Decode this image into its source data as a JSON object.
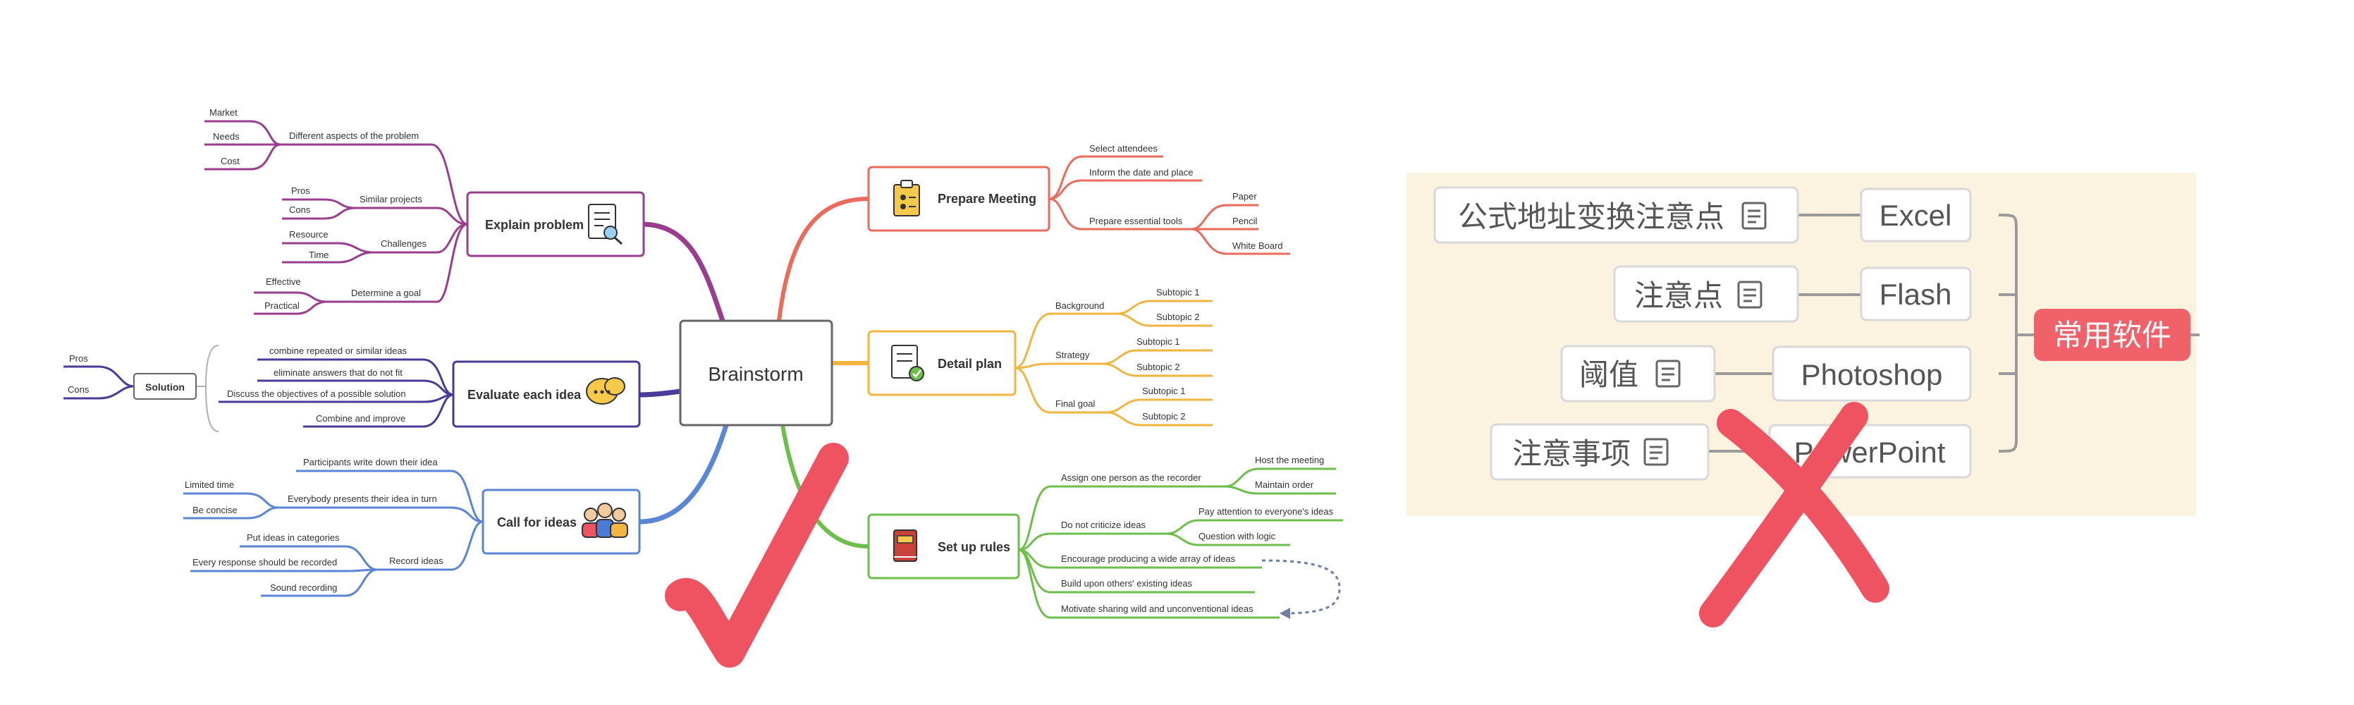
{
  "good_map": {
    "center": "Brainstorm",
    "branches": {
      "explain": {
        "label": "Explain problem",
        "aspects": "Different aspects of the problem",
        "aspect_items": [
          "Market",
          "Needs",
          "Cost"
        ],
        "similar": "Similar projects",
        "similar_items": [
          "Pros",
          "Cons"
        ],
        "challenges": "Challenges",
        "challenge_items": [
          "Resource",
          "Time"
        ],
        "goal": "Determine a goal",
        "goal_items": [
          "Effective",
          "Practical"
        ]
      },
      "evaluate": {
        "label": "Evaluate each idea",
        "items": [
          "combine repeated or similar ideas",
          "eliminate answers that do not fit",
          "Discuss the objectives of a possible solution",
          "Combine and improve"
        ],
        "solution": "Solution",
        "solution_items": [
          "Pros",
          "Cons"
        ]
      },
      "call": {
        "label": "Call for ideas",
        "participants": "Participants write down their idea",
        "presents": "Everybody presents their idea in turn",
        "presents_items": [
          "Limited time",
          "Be concise"
        ],
        "record": "Record ideas",
        "record_items": [
          "Put ideas in categories",
          "Every response should be recorded",
          "Sound recording"
        ]
      },
      "prepare": {
        "label": "Prepare Meeting",
        "items": [
          "Select attendees",
          "Inform the date and place",
          "Prepare essential tools"
        ],
        "tools": [
          "Paper",
          "Pencil",
          "White Board"
        ]
      },
      "detail": {
        "label": "Detail plan",
        "groups": [
          "Background",
          "Strategy",
          "Final goal"
        ],
        "sub": [
          [
            "Subtopic 1",
            "Subtopic 2"
          ],
          [
            "Subtopic 1",
            "Subtopic 2"
          ],
          [
            "Subtopic 1",
            "Subtopic 2"
          ]
        ]
      },
      "rules": {
        "label": "Set up rules",
        "recorder": "Assign one person as the recorder",
        "recorder_items": [
          "Host the meeting",
          "Maintain order"
        ],
        "criticize": "Do not criticize ideas",
        "criticize_items": [
          "Pay attention to everyone's ideas",
          "Question with logic"
        ],
        "others": [
          "Encourage producing a wide array of ideas",
          "Build upon others' existing ideas",
          "Motivate sharing wild and unconventional ideas"
        ]
      }
    }
  },
  "bad_map": {
    "root": "常用软件",
    "apps": [
      "Excel",
      "Flash",
      "Photoshop",
      "PowerPoint"
    ],
    "notes": [
      "公式地址变换注意点",
      "注意点",
      "阈值",
      "注意事项"
    ]
  },
  "colors": {
    "explain": "#9b3d8f",
    "evaluate": "#4a3a9a",
    "call": "#5a86d6",
    "prepare": "#ec6a5a",
    "detail": "#f2b640",
    "rules": "#6dbf4b",
    "check": "#ef5260",
    "cross": "#ef5260",
    "bad_root": "#f0616a",
    "bad_panel": "#fbf3df"
  },
  "icons": {
    "explain": "document-search-icon",
    "evaluate": "chat-bubbles-icon",
    "call": "people-group-icon",
    "prepare": "clipboard-icon",
    "detail": "checklist-icon",
    "rules": "rule-book-icon",
    "note": "note-icon",
    "good": "check-mark-icon",
    "bad": "cross-mark-icon"
  }
}
